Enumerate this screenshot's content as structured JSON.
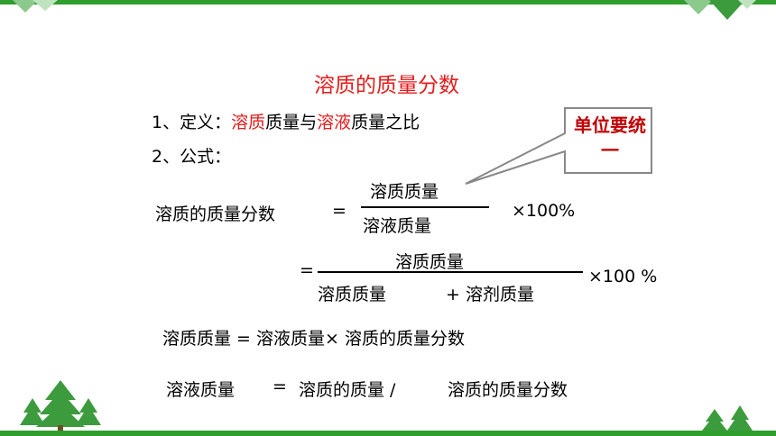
{
  "title": "溶质的质量分数",
  "definition": {
    "prefix": "1、定义：",
    "solute": "溶质",
    "mid1": "质量与",
    "solution": "溶液",
    "mid2": "质量之比"
  },
  "formula_label": "2、公式：",
  "callout": "单位要统一",
  "f1": {
    "lhs": "溶质的质量分数",
    "eq": "=",
    "num": "溶质质量",
    "den": "溶液质量",
    "times": "×100%"
  },
  "f2": {
    "eq": "=",
    "num": "溶质质量",
    "den_a": "溶质质量",
    "den_b": "+ 溶剂质量",
    "times": "×100 %"
  },
  "eq3": "溶质质量 = 溶液质量× 溶质的质量分数",
  "eq4": {
    "a": "溶液质量",
    "eq": "=",
    "b": "溶质的质量 /",
    "c": "溶质的质量分数"
  },
  "colors": {
    "accent_red": "#e41c1c",
    "callout_red": "#c00000",
    "border_green": "#2f9e2f",
    "tree_green": "#3c9b3c"
  }
}
